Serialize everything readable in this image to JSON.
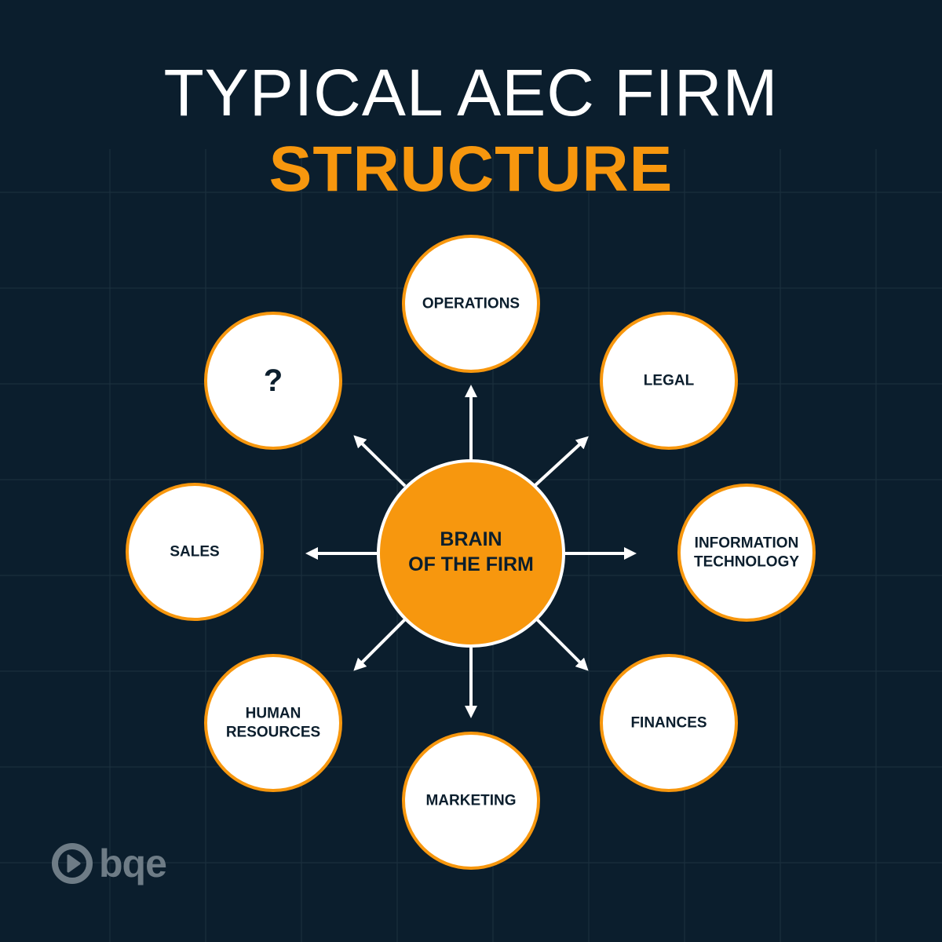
{
  "title": {
    "line1": "TYPICAL AEC FIRM",
    "line2": "STRUCTURE"
  },
  "center": {
    "lines": [
      "BRAIN",
      "OF THE FIRM"
    ]
  },
  "nodes": [
    {
      "id": "operations",
      "lines": [
        "OPERATIONS"
      ]
    },
    {
      "id": "legal",
      "lines": [
        "LEGAL"
      ]
    },
    {
      "id": "information-technology",
      "lines": [
        "INFORMATION",
        "TECHNOLOGY"
      ]
    },
    {
      "id": "finances",
      "lines": [
        "FINANCES"
      ]
    },
    {
      "id": "marketing",
      "lines": [
        "MARKETING"
      ]
    },
    {
      "id": "human-resources",
      "lines": [
        "HUMAN",
        "RESOURCES"
      ]
    },
    {
      "id": "sales",
      "lines": [
        "SALES"
      ]
    },
    {
      "id": "unknown",
      "lines": [
        "?"
      ]
    }
  ],
  "logo": {
    "text": "bqe",
    "icon": "play-circle-icon"
  },
  "colors": {
    "background": "#0b1e2d",
    "accent": "#f7970e",
    "node_fill": "#ffffff",
    "text_dark": "#0b1e2d",
    "grid": "#1c3140",
    "logo_gray": "#6e7c86"
  }
}
